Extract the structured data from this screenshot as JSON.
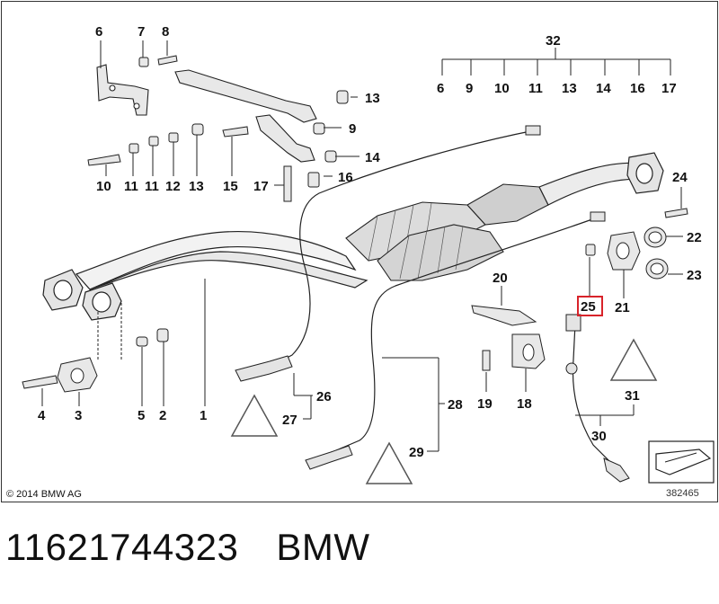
{
  "diagram": {
    "copyright": "© 2014 BMW AG",
    "reference_number": "382465",
    "highlighted_part": "25",
    "callouts": {
      "c1": "1",
      "c2": "2",
      "c3": "3",
      "c4": "4",
      "c5": "5",
      "c6": "6",
      "c7": "7",
      "c8": "8",
      "c9": "9",
      "c10": "10",
      "c11a": "11",
      "c11b": "11",
      "c12": "12",
      "c13a": "13",
      "c13b": "13",
      "c14": "14",
      "c15": "15",
      "c16": "16",
      "c17": "17",
      "c18": "18",
      "c19": "19",
      "c20": "20",
      "c21": "21",
      "c22": "22",
      "c23": "23",
      "c24": "24",
      "c25": "25",
      "c26": "26",
      "c27": "27",
      "c28": "28",
      "c29": "29",
      "c30": "30",
      "c31": "31",
      "c32": "32"
    },
    "group32": [
      "6",
      "9",
      "10",
      "11",
      "13",
      "14",
      "16",
      "17"
    ],
    "colors": {
      "highlight": "#d8232a",
      "line": "#222222",
      "part_fill": "#e6e6e6"
    }
  },
  "caption": {
    "part_number": "11621744323",
    "brand": "BMW"
  }
}
